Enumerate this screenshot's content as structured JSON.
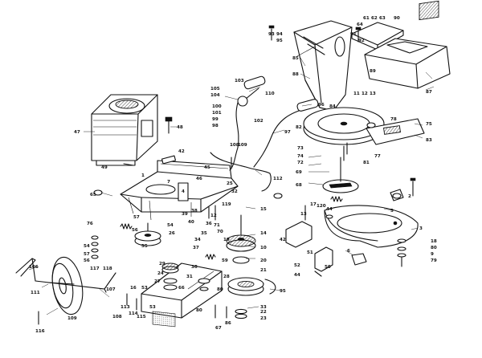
{
  "part_numbers": {
    "n1": "1",
    "n2": "2",
    "n3": "3",
    "n4": "4",
    "n5": "5",
    "n6": "6",
    "n7": "7",
    "n9": "9",
    "n10": "10",
    "n11": "11",
    "n12": "12",
    "n13": "13",
    "n14": "14",
    "n15": "15",
    "n16": "16",
    "n17": "17",
    "n18": "18",
    "n19": "19",
    "n20": "20",
    "n21": "21",
    "n22": "22",
    "n23": "23",
    "n24": "24",
    "n25": "25",
    "n26": "26",
    "n27": "27",
    "n28": "28",
    "n29": "29",
    "n30": "30",
    "n31": "31",
    "n32": "32",
    "n33": "33",
    "n34": "34",
    "n35": "35",
    "n36": "36",
    "n37": "37",
    "n38": "38",
    "n39": "39",
    "n40": "40",
    "n42": "42",
    "n44": "44",
    "n45": "45",
    "n46": "46",
    "n47": "47",
    "n48": "48",
    "n49": "49",
    "n50": "50",
    "n51": "51",
    "n52": "52",
    "n53": "53",
    "n54": "54",
    "n55": "55",
    "n56": "56",
    "n57": "57",
    "n59": "59",
    "n61": "61",
    "n62": "62",
    "n63": "63",
    "n64": "64",
    "n65": "65",
    "n66": "66",
    "n67": "67",
    "n68": "68",
    "n69": "69",
    "n70": "70",
    "n71": "71",
    "n72": "72",
    "n73": "73",
    "n74": "74",
    "n75": "75",
    "n76": "76",
    "n77": "77",
    "n78": "78",
    "n79": "79",
    "n80": "80",
    "n81": "81",
    "n82": "82",
    "n83": "83",
    "n84": "84",
    "n85": "85",
    "n86": "86",
    "n87": "87",
    "n88": "88",
    "n89": "89",
    "n90": "90",
    "n91": "91",
    "n92": "92",
    "n93": "93",
    "n94": "94",
    "n95": "95",
    "n96": "96",
    "n97": "97",
    "n98": "98",
    "n99": "99",
    "n100": "100",
    "n101": "101",
    "n102": "102",
    "n103": "103",
    "n104": "104",
    "n105": "105",
    "n106": "106",
    "n107": "107",
    "n108": "108",
    "n109": "109",
    "n110": "110",
    "n111": "111",
    "n112": "112",
    "n113": "113",
    "n114": "114",
    "n115": "115",
    "n116": "116",
    "n117": "117",
    "n118": "118",
    "n119": "119",
    "n120": "120"
  }
}
